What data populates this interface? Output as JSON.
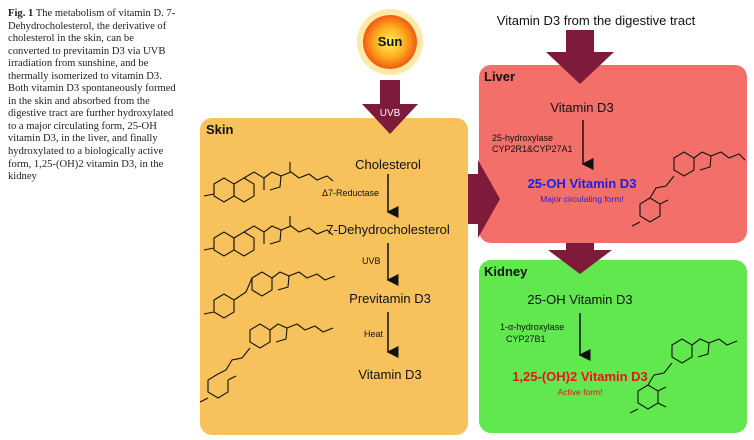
{
  "caption": {
    "fig": "Fig. 1",
    "text": "The metabolism of vitamin D. 7-Dehydrocholesterol, the derivative of cholesterol in the skin, can be converted to previtamin D3 via UVB irradiation from sunshine, and be thermally isomerized to vitamin D3. Both vitamin D3 spontaneously formed in the skin and absorbed from the digestive tract are further hydroxylated to a major circulating form, 25-OH vitamin D3, in the liver, and finally hydroxylated to a biologically active form, 1,25-(OH)2 vitamin D3, in the kidney"
  },
  "sun": {
    "label": "Sun"
  },
  "uvb_top": "UVB",
  "digestive": "Vitamin D3 from the digestive tract",
  "skin": {
    "title": "Skin",
    "cholesterol": "Cholesterol",
    "reductase": "Δ7-Reductase",
    "dehydro": "7-Dehydrocholesterol",
    "uvb": "UVB",
    "previtamin": "Previtamin D3",
    "heat": "Heat",
    "vitamin": "Vitamin D3"
  },
  "liver": {
    "title": "Liver",
    "vitamin": "Vitamin D3",
    "enzyme1": "25-hydroxylase",
    "enzyme2": "CYP2R1&CYP27A1",
    "product": "25-OH Vitamin D3",
    "note": "Major circulating form!"
  },
  "kidney": {
    "title": "Kidney",
    "substrate": "25-OH Vitamin D3",
    "enzyme1": "1-α-hydroxylase",
    "enzyme2": "CYP27B1",
    "product": "1,25-(OH)2 Vitamin D3",
    "note": "Active form!"
  }
}
